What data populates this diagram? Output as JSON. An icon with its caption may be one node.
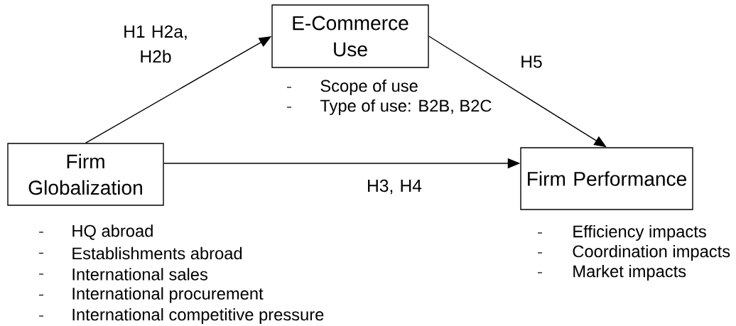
{
  "diagram": {
    "nodes": [
      {
        "text": [
          "Firm Globalization"
        ],
        "beside": [
          "HQ abroad",
          "Establishments abroad",
          "International sales",
          "International procurement",
          "International competitive pressure"
        ]
      },
      {
        "text": [
          "E-Commerce Use"
        ],
        "beside": [
          "Scope of use",
          "Type of use: B2B, B2C"
        ]
      },
      {
        "text": [
          "Firm Performance"
        ],
        "beside": [
          "Efficiency impacts",
          "Coordination impacts",
          "Market impacts"
        ]
      }
    ],
    "edges": [
      {
        "from": 0,
        "to": 1,
        "arrow": "to",
        "label": "H1 H2a, H2b"
      },
      {
        "from": 1,
        "to": 2,
        "arrow": "to",
        "label": "H5"
      },
      {
        "from": 0,
        "to": 2,
        "arrow": "to",
        "label": "H3, H4"
      }
    ]
  }
}
